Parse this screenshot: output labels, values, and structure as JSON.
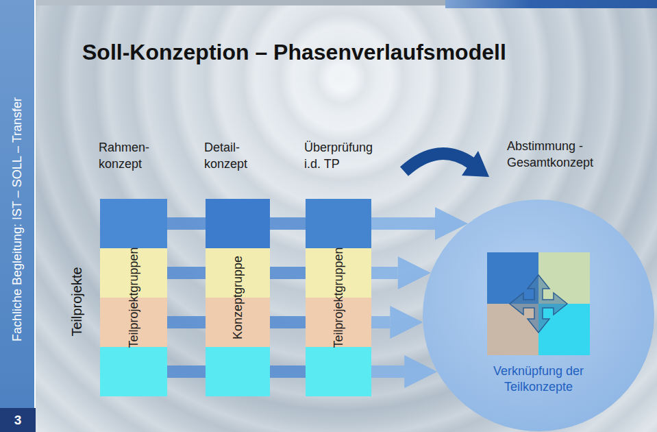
{
  "diagram": {
    "title": "Soll-Konzeption – Phasenverlaufsmodell",
    "nodes": [
      {
        "text": [
          "Rahmen- konzept",
          "Teilprojektgruppen"
        ]
      },
      {
        "text": [
          "Detail- konzept",
          "Konzeptgruppe"
        ]
      },
      {
        "text": [
          "Überprüfung i.d. TP",
          "Teilprojektgruppen"
        ]
      },
      {
        "text": [
          "Abstimmung - Gesamtkonzept",
          "Verknüpfung der Teilkonzepte"
        ]
      }
    ],
    "edges": [
      {
        "from": 0,
        "to": 1,
        "arrow": "none"
      },
      {
        "from": 1,
        "to": 2,
        "arrow": "none"
      },
      {
        "from": 2,
        "to": 3,
        "arrow": "to"
      }
    ],
    "labels": [
      "Teilprojekte",
      "Fachliche Begleitung: IST – SOLL – Transfer",
      "3"
    ]
  }
}
